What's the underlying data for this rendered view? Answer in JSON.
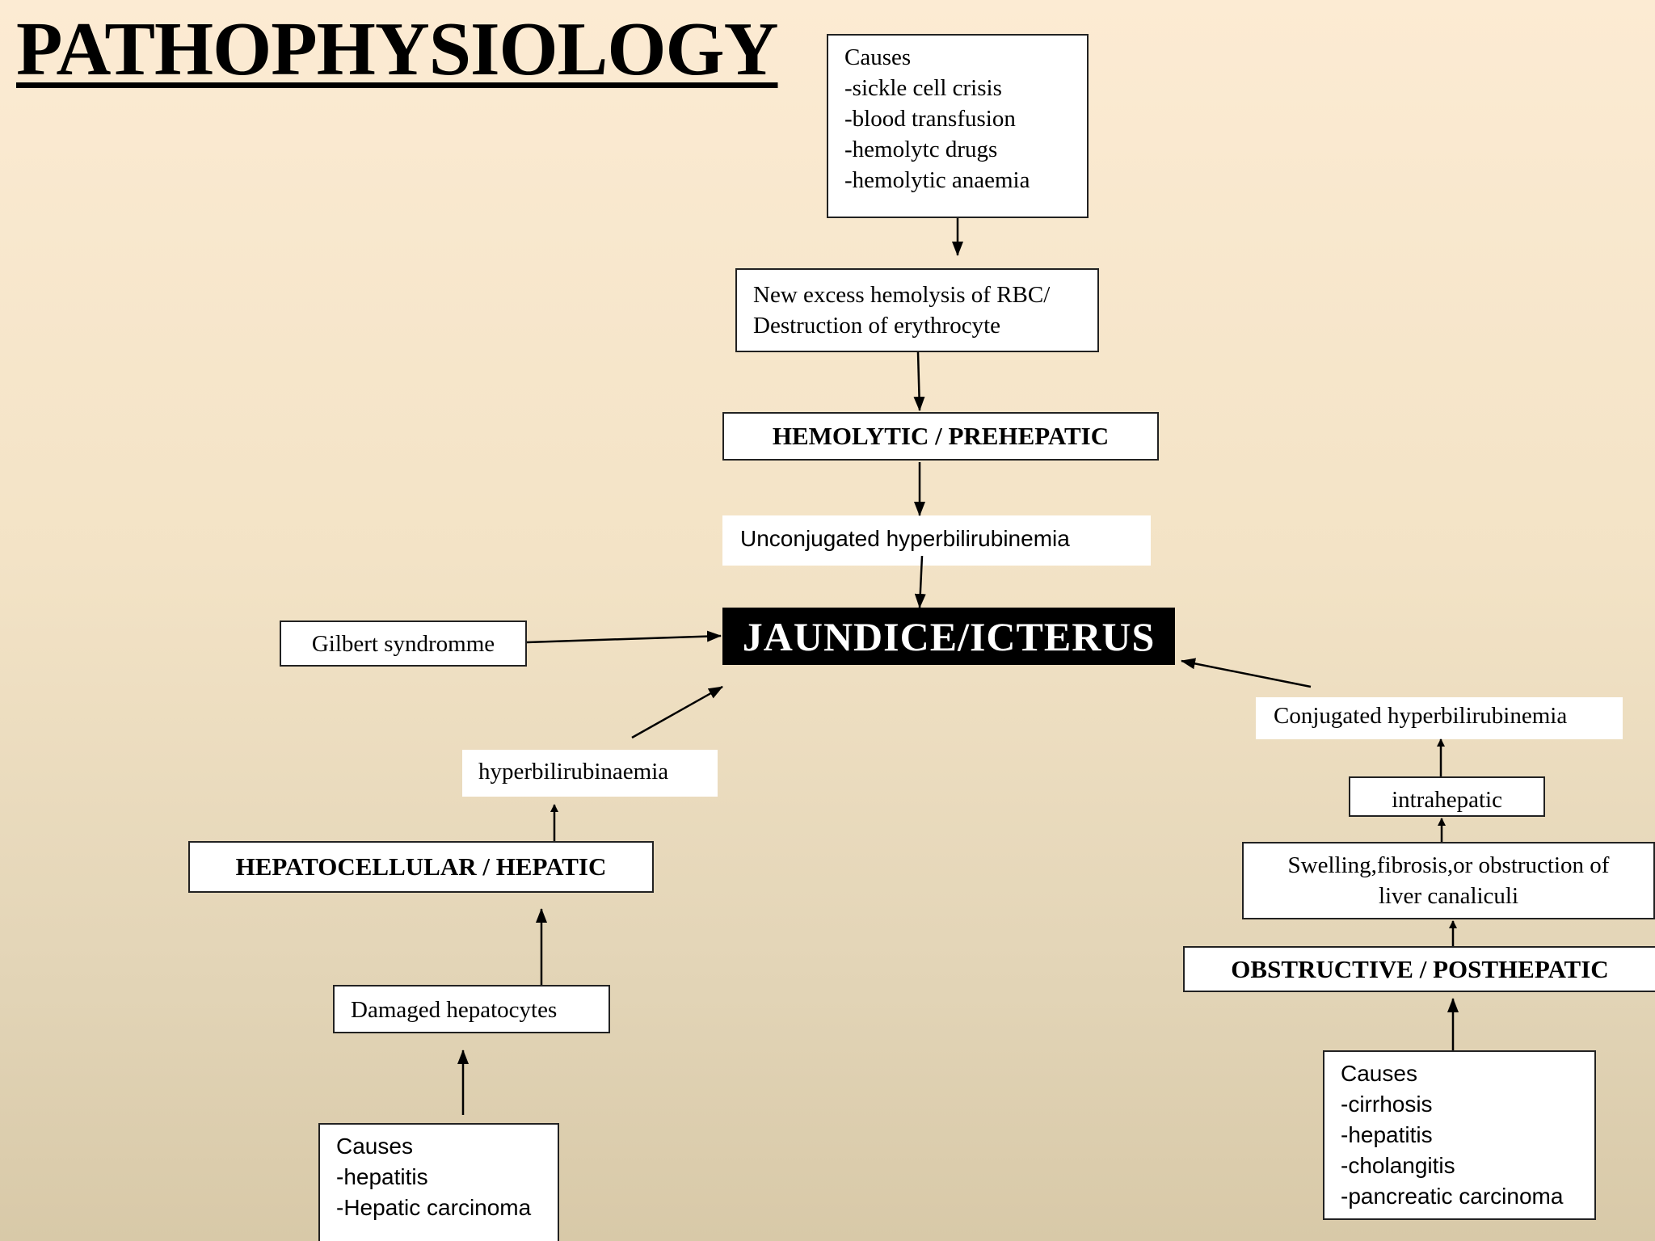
{
  "title": "PATHOPHYSIOLOGY",
  "center": "JAUNDICE/ICTERUS",
  "prehepatic": {
    "causes": [
      "Causes",
      "-sickle cell crisis",
      "-blood transfusion",
      "-hemolytc drugs",
      "-hemolytic anaemia"
    ],
    "mechanism": [
      "New excess hemolysis of RBC/",
      "Destruction of erythrocyte"
    ],
    "type": "HEMOLYTIC / PREHEPATIC",
    "result": "Unconjugated hyperbilirubinemia"
  },
  "gilbert": "Gilbert syndromme",
  "hepatic": {
    "result": "hyperbilirubinaemia",
    "type": "HEPATOCELLULAR / HEPATIC",
    "mechanism": "Damaged hepatocytes",
    "causes": [
      "Causes",
      "-hepatitis",
      "-Hepatic carcinoma"
    ]
  },
  "posthepatic": {
    "result": "Conjugated hyperbilirubinemia",
    "site": "intrahepatic",
    "mechanism": [
      "Swelling,fibrosis,or obstruction of",
      "liver canaliculi"
    ],
    "type": "OBSTRUCTIVE / POSTHEPATIC",
    "causes": [
      "Causes",
      "-cirrhosis",
      "-hepatitis",
      "-cholangitis",
      "-pancreatic carcinoma"
    ]
  }
}
